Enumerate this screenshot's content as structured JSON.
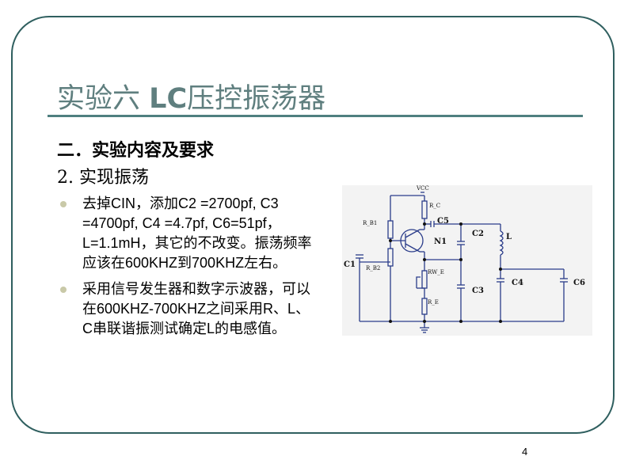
{
  "slide": {
    "title_prefix": "实验六 ",
    "title_bold": "LC",
    "title_suffix": "压控振荡器",
    "section": "二．实验内容及要求",
    "subsection": "2. 实现振荡",
    "bullets": [
      "去掉CIN，添加C2 =2700pf, C3 =4700pf, C4 =4.7pf, C6=51pf，L=1.1mH，其它的不改变。振荡频率应该在600KHZ到700KHZ左右。",
      "采用信号发生器和数字示波器，可以在600KHZ-700KHZ之间采用R、L、C串联谐振测试确定L的电感值。"
    ],
    "page_number": "4"
  },
  "circuit": {
    "labels": {
      "vcc": "VCC",
      "rc": "R_C",
      "rb1": "R_B1",
      "rb2": "R_B2",
      "c5": "C5",
      "n1": "N1",
      "c2": "C2",
      "l": "L",
      "c1": "C1",
      "rwe": "RW_E",
      "re": "R_E",
      "c3": "C3",
      "c4": "C4",
      "c6": "C6"
    }
  }
}
